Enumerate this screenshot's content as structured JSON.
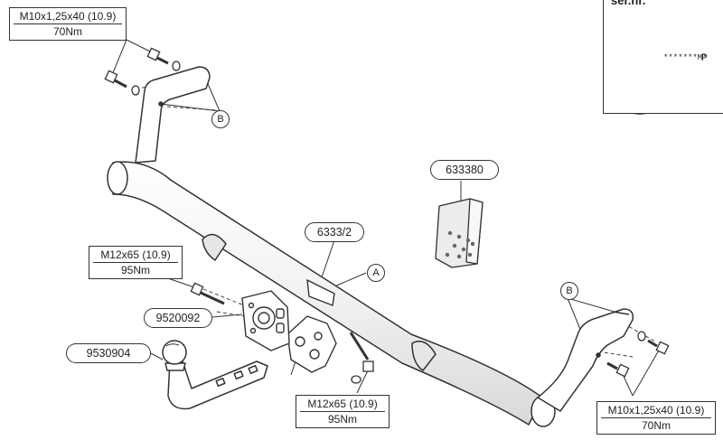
{
  "labels": {
    "top_left_bolt": {
      "spec": "M10x1,25x40 (10.9)",
      "torque": "70Nm"
    },
    "left_mid_bolt": {
      "spec": "M12x65 (10.9)",
      "torque": "95Nm"
    },
    "bottom_mid_bolt": {
      "spec": "M12x65 (10.9)",
      "torque": "95Nm"
    },
    "bottom_right_bolt": {
      "spec": "M10x1,25x40 (10.9)",
      "torque": "70Nm"
    }
  },
  "part_numbers": {
    "kit": "633380",
    "crossbar": "6333/2",
    "socket_plate": "9520092",
    "towball": "9530904"
  },
  "callouts": {
    "a": "A",
    "b_top": "B",
    "b_right": "B"
  },
  "warning_panel": {
    "header": "ser.nr.",
    "plate_text": "*******M*",
    "plate_letter": "P",
    "warning_icon": "warning-triangle-icon",
    "eye_icon": "eye-icon"
  },
  "colors": {
    "line": "#333333",
    "fill": "#ffffff",
    "bar_shade": "#e6e6e6"
  }
}
